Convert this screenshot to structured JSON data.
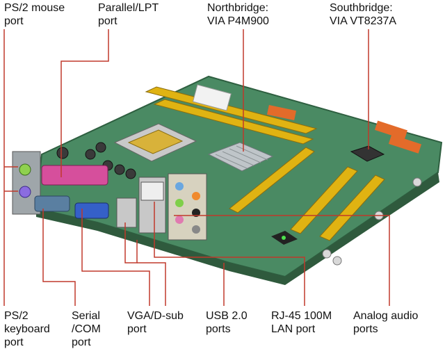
{
  "labels": {
    "ps2_mouse": "PS/2 mouse\nport",
    "parallel": "Parallel/LPT\nport",
    "northbridge": "Northbridge:\nVIA P4M900",
    "southbridge": "Southbridge:\nVIA VT8237A",
    "ps2_keyboard": "PS/2\nkeyboard\nport",
    "serial": "Serial\n/COM\nport",
    "vga": "VGA/D-sub\nport",
    "usb": "USB 2.0\nports",
    "lan": "RJ-45 100M\nLAN port",
    "audio": "Analog audio\nports"
  },
  "colors": {
    "leader": "#c0392b",
    "board": "#3f7f5a",
    "slot": "#e0b312",
    "text": "#111111"
  }
}
